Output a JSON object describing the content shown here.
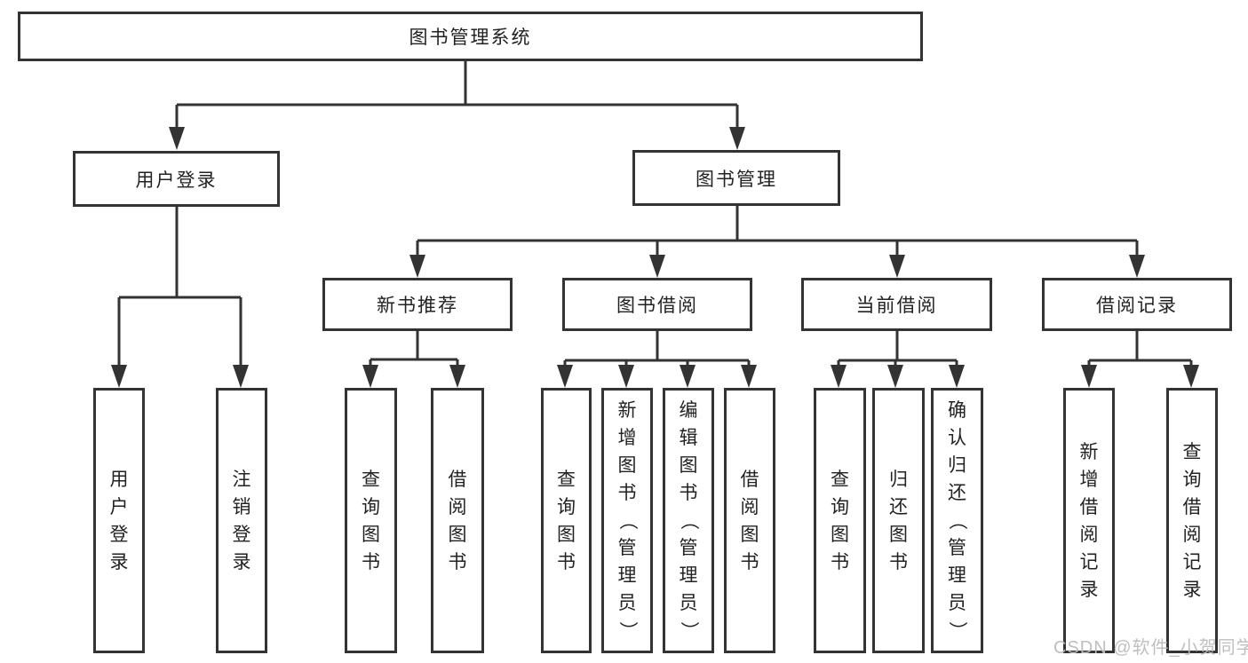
{
  "nodes": {
    "root": {
      "label": "图书管理系统"
    },
    "user_login": {
      "label": "用户登录",
      "children": [
        "用户登录",
        "注销登录"
      ]
    },
    "book_mgmt": {
      "label": "图书管理"
    },
    "new_book": {
      "label": "新书推荐",
      "children": [
        "查询图书",
        "借阅图书"
      ]
    },
    "book_borrow": {
      "label": "图书借阅",
      "children": [
        "查询图书",
        "新增图书（管理员）",
        "编辑图书（管理员）",
        "借阅图书"
      ]
    },
    "current_borrow": {
      "label": "当前借阅",
      "children": [
        "查询图书",
        "归还图书",
        "确认归还（管理员）"
      ]
    },
    "borrow_record": {
      "label": "借阅记录",
      "children": [
        "新增借阅记录",
        "查询借阅记录"
      ]
    }
  },
  "watermark": "CSDN @软件_小贺同学",
  "colors": {
    "line": "#333333",
    "box_border": "#333333",
    "box_bg": "#ffffff",
    "text": "#222222",
    "watermark": "#bcbcbc"
  }
}
